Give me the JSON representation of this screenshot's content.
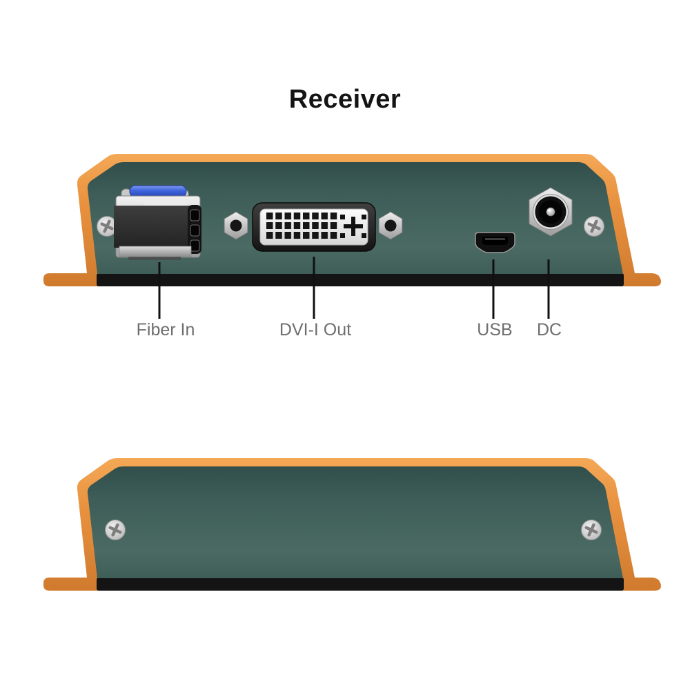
{
  "title": "Receiver",
  "front_view": {
    "name": "receiver front panel",
    "ports": {
      "fiber": {
        "label": "Fiber In",
        "icon": "sfp-fiber-port-icon"
      },
      "dvi": {
        "label": "DVI-I Out",
        "icon": "dvi-i-connector-icon"
      },
      "usb": {
        "label": "USB",
        "icon": "micro-usb-port-icon"
      },
      "dc": {
        "label": "DC",
        "icon": "dc-power-jack-icon"
      }
    }
  },
  "rear_view": {
    "name": "receiver rear panel (blank)"
  },
  "colors": {
    "background": "#FFFFFF",
    "title_black": "#141414",
    "label_gray": "#6E6E6E",
    "callout_black": "#101010",
    "chassis_orange": "#E8913E",
    "panel_teal": "#43635D",
    "fiber_latch_blue": "#3D62DC",
    "metal_silver": "#C6C6C6",
    "connector_black": "#1A1A1A",
    "dvi_face_white": "#F2F2F2"
  }
}
